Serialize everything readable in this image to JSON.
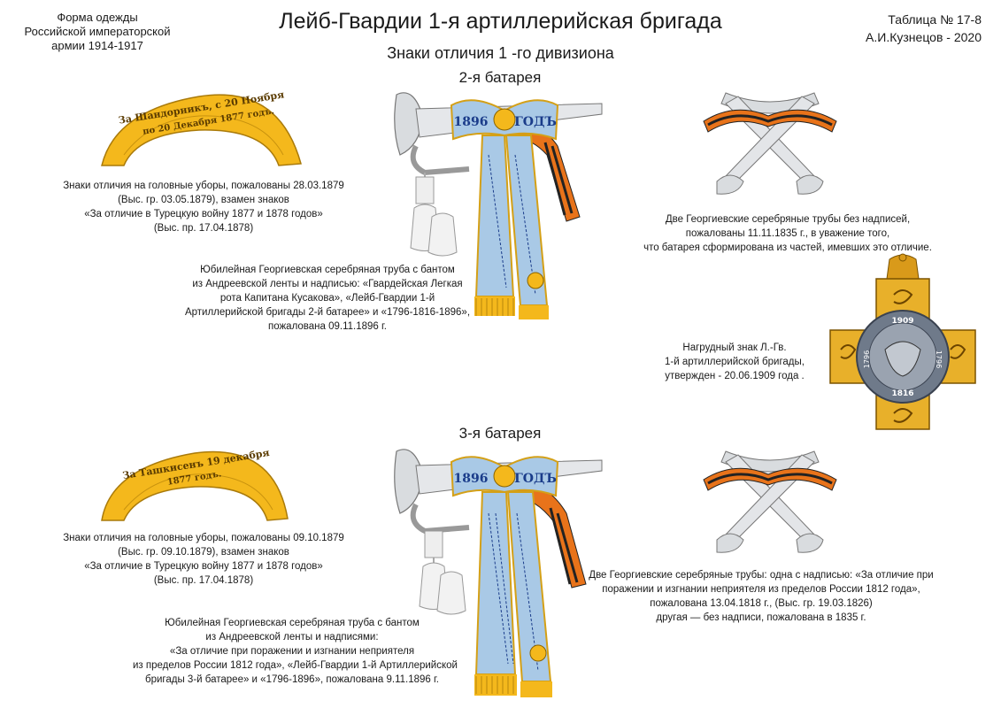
{
  "header": {
    "left_lines": [
      "Форма одежды",
      "Российской императорской",
      "армии  1914-1917"
    ],
    "right_lines": [
      "Таблица № 17-8",
      "А.И.Кузнецов - 2020"
    ],
    "title": "Лейб-Гвардии 1-я артиллерийская бригада",
    "subtitle": "Знаки отличия 1 -го дивизиона"
  },
  "battery2": {
    "label": "2-я батарея",
    "headband_text": [
      "За Шандорникъ, с 20 Ноября",
      "по 20 Декабря 1877 годъ."
    ],
    "headband_caption": [
      "Знаки отличия на головные уборы, пожалованы 28.03.1879",
      "(Выс. гр. 03.05.1879), взамен знаков",
      "«За отличие в Турецкую войну 1877 и 1878 годов»",
      "(Выс. пр. 17.04.1878)"
    ],
    "trumpet_caption": [
      "Юбилейная Георгиевская серебряная труба с бантом",
      "из Андреевской ленты и надписью: «Гвардейская Легкая",
      "рота Капитана Кусакова», «Лейб-Гвардии 1-й",
      "Артиллерийской бригады 2-й батарее» и «1796-1816-1896»,",
      "пожалована 09.11.1896 г."
    ],
    "bugles_caption": [
      "Две Георгиевские серебряные трубы без надписей,",
      "пожалованы 11.11.1835 г., в уважение того,",
      "что батарея сформирована из частей, имевших это отличие."
    ],
    "ribbon_year": "1896",
    "ribbon_word": "ГОДЪ"
  },
  "badge": {
    "caption": [
      "Нагрудный знак Л.-Гв.",
      "1-й артиллерийской бригады,",
      "утвержден - 20.06.1909 года ."
    ],
    "year_top": "1909",
    "year_bottom": "1816",
    "year_left": "1796",
    "year_right": "1796"
  },
  "battery3": {
    "label": "3-я батарея",
    "headband_text": [
      "За Ташкисенъ 19 декабря",
      "1877 годъ."
    ],
    "headband_caption": [
      "Знаки отличия на головные уборы, пожалованы 09.10.1879",
      "(Выс. гр. 09.10.1879), взамен знаков",
      "«За отличие в Турецкую войну 1877 и 1878 годов»",
      "(Выс. пр. 17.04.1878)"
    ],
    "trumpet_caption": [
      "Юбилейная Георгиевская серебряная труба с бантом",
      "из Андреевской ленты и надписями:",
      "«За отличие при поражении и изгнании неприятеля",
      "из пределов России 1812 года», «Лейб-Гвардии 1-й Артиллерийской",
      "бригады 3-й батарее» и «1796-1896», пожалована 9.11.1896 г."
    ],
    "bugles_caption": [
      "Две Георгиевские серебряные трубы: одна с надписью: «За отличие при",
      "поражении и изгнании неприятеля из пределов России 1812 года»,",
      "пожалована 13.04.1818 г., (Выс. гр. 19.03.1826)",
      "другая — без надписи, пожалована в 1835 г."
    ],
    "ribbon_year": "1896",
    "ribbon_word": "ГОДЪ"
  },
  "colors": {
    "gold": "#f4b81c",
    "gold_dark": "#b8860b",
    "ribbon_blue": "#a9c9e6",
    "silver": "#d9dcdf",
    "st_george_orange": "#e8731a"
  }
}
